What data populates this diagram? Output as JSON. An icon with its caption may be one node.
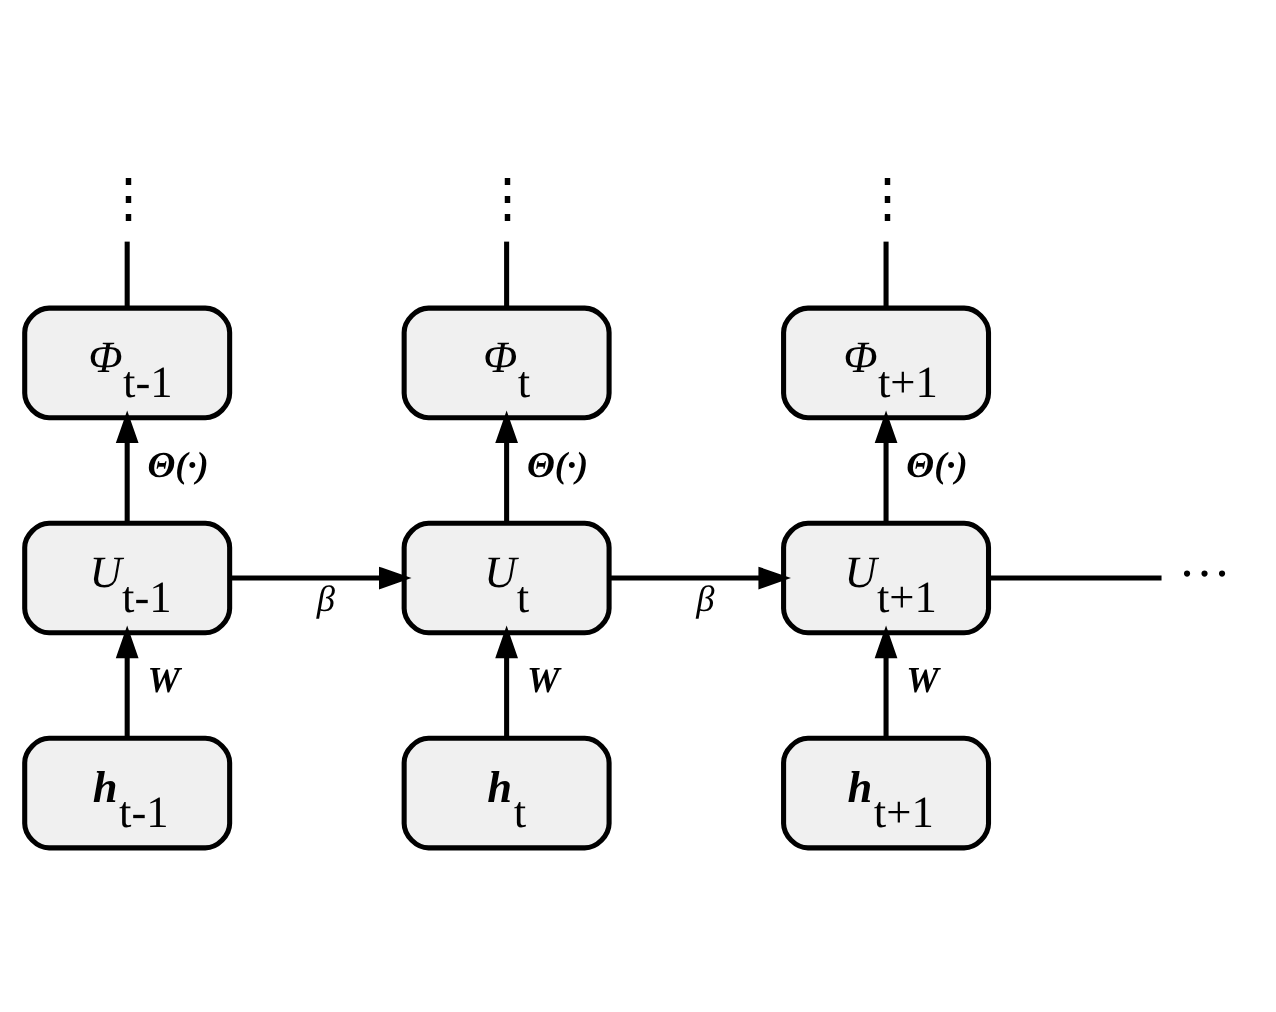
{
  "diagram": {
    "nodes": [
      {
        "text": [
          "⋮"
        ]
      },
      {
        "text": [
          "⋮"
        ]
      },
      {
        "text": [
          "⋮"
        ]
      },
      {
        "text": [
          "*Φ*$_{t-1}$"
        ]
      },
      {
        "text": [
          "*Φ*$_{t}$"
        ]
      },
      {
        "text": [
          "*Φ*$_{t+1}$"
        ]
      },
      {
        "text": [
          "*U*$_{t-1}$"
        ]
      },
      {
        "text": [
          "*U*$_{t}$"
        ]
      },
      {
        "text": [
          "*U*$_{t+1}$"
        ]
      },
      {
        "text": [
          "···"
        ]
      },
      {
        "text": [
          "**h**$_{t-1}$"
        ]
      },
      {
        "text": [
          "**h**$_{t}$"
        ]
      },
      {
        "text": [
          "**h**$_{t+1}$"
        ]
      }
    ],
    "edges": [
      {
        "from": 3,
        "to": 0,
        "arrow": "none"
      },
      {
        "from": 4,
        "to": 1,
        "arrow": "none"
      },
      {
        "from": 5,
        "to": 2,
        "arrow": "none"
      },
      {
        "from": 6,
        "to": 3,
        "arrow": "to",
        "label": "Θ(·)"
      },
      {
        "from": 7,
        "to": 4,
        "arrow": "to",
        "label": "Θ(·)"
      },
      {
        "from": 8,
        "to": 5,
        "arrow": "to",
        "label": "Θ(·)"
      },
      {
        "from": 6,
        "to": 7,
        "arrow": "to",
        "label": "β"
      },
      {
        "from": 7,
        "to": 8,
        "arrow": "to",
        "label": "β"
      },
      {
        "from": 8,
        "to": 9,
        "arrow": "none"
      },
      {
        "from": 10,
        "to": 6,
        "arrow": "to",
        "label": "W"
      },
      {
        "from": 11,
        "to": 7,
        "arrow": "to",
        "label": "W"
      },
      {
        "from": 12,
        "to": 8,
        "arrow": "to",
        "label": "W"
      }
    ]
  }
}
